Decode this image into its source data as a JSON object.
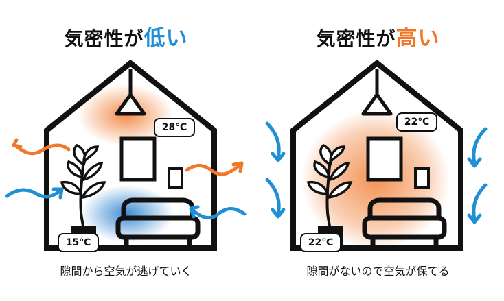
{
  "left": {
    "title_main": "気密性が",
    "title_highlight": "低い",
    "caption": "隙間から空気が逃げていく",
    "temp_top": "28℃",
    "temp_bottom": "15℃",
    "colors": {
      "highlight": "#1f8fd6",
      "warm": "#f0782a",
      "cold": "#1f8fd6"
    }
  },
  "right": {
    "title_main": "気密性が",
    "title_highlight": "高い",
    "caption": "隙間がないので空気が保てる",
    "temp_top": "22℃",
    "temp_bottom": "22℃",
    "colors": {
      "highlight": "#f0782a",
      "warm": "#f0782a",
      "cold": "#1f8fd6"
    }
  },
  "icons": [
    "house-outline-icon",
    "pendant-lamp-icon",
    "picture-frame-icon",
    "potted-plant-icon",
    "sofa-icon",
    "air-flow-arrow-icon"
  ]
}
